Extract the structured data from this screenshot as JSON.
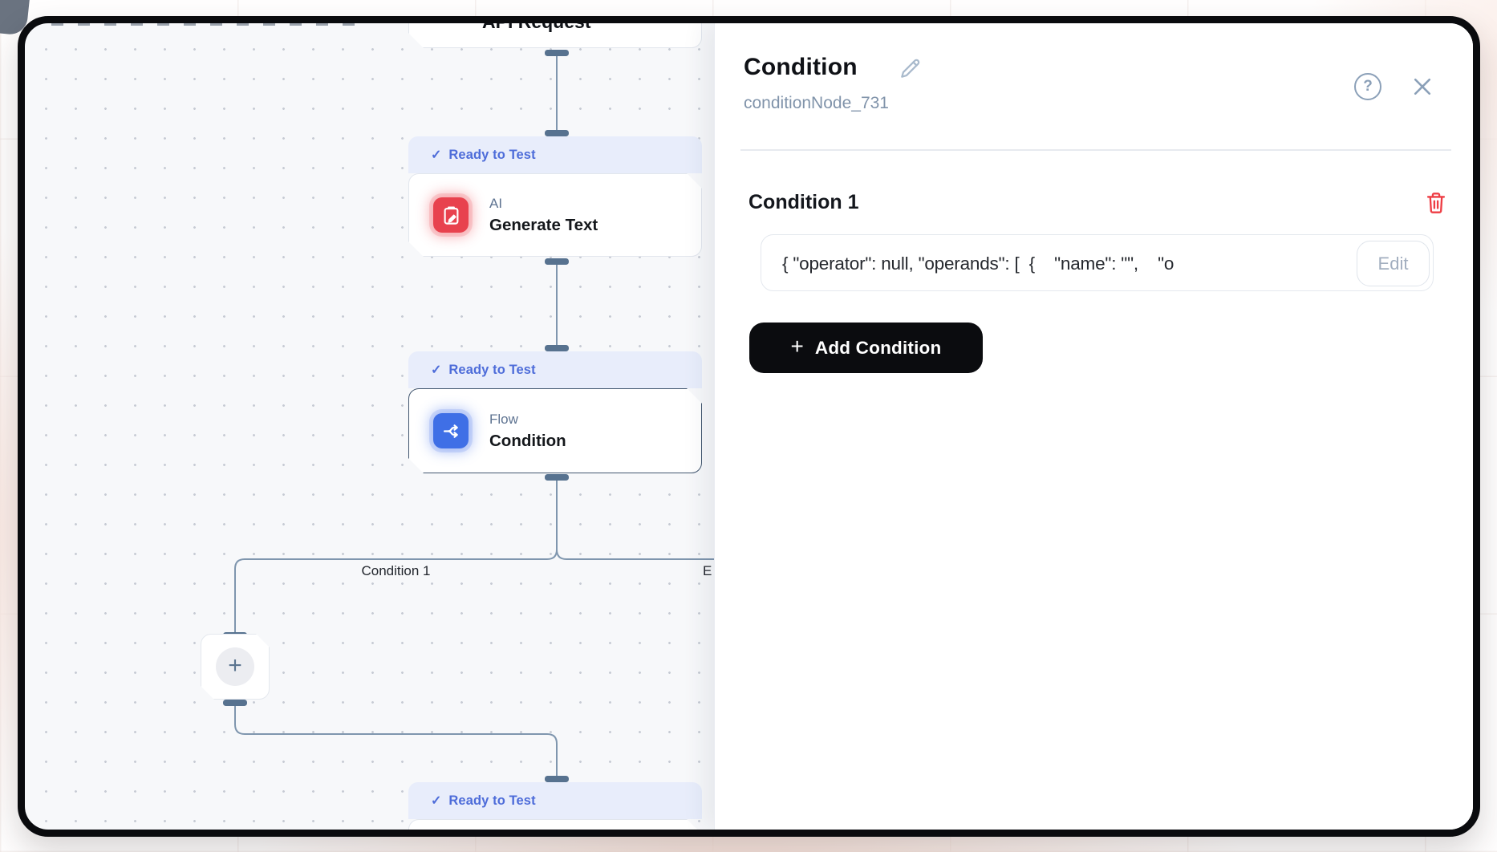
{
  "canvas": {
    "api_node": {
      "title": "API Request"
    },
    "ready_badge": {
      "icon": "✓",
      "label": "Ready to Test"
    },
    "generate_text_node": {
      "category": "AI",
      "title": "Generate Text",
      "icon": "clipboard-edit-icon",
      "icon_color": "#e8424e"
    },
    "condition_node": {
      "category": "Flow",
      "title": "Condition",
      "icon": "branch-icon",
      "icon_color": "#3f6fe6"
    },
    "branch_labels": {
      "left": "Condition 1",
      "right_partial": "E"
    },
    "add_step_plus": "+"
  },
  "panel": {
    "title": "Condition",
    "title_edit_icon": "pencil-icon",
    "node_id": "conditionNode_731",
    "help_icon": "?",
    "close_icon": "close-icon",
    "condition_section": {
      "heading": "Condition 1",
      "delete_icon": "trash-icon",
      "expression": "{ \"operator\": null, \"operands\": [  {    \"name\": \"\",    \"o",
      "edit_button": "Edit"
    },
    "add_condition_button": {
      "plus": "+",
      "label": "Add Condition"
    }
  },
  "colors": {
    "frame": "#0a0b0e",
    "canvas_bg": "#f7f8fa",
    "badge_bg": "#e8edfb",
    "badge_text": "#4d6cd9",
    "edge": "#7f96ae",
    "edge_handle": "#57728f",
    "ai_icon_bg": "#e8424e",
    "flow_icon_bg": "#3f6fe6",
    "delete_red": "#ee3d44",
    "add_button_bg": "#0b0c0f"
  }
}
